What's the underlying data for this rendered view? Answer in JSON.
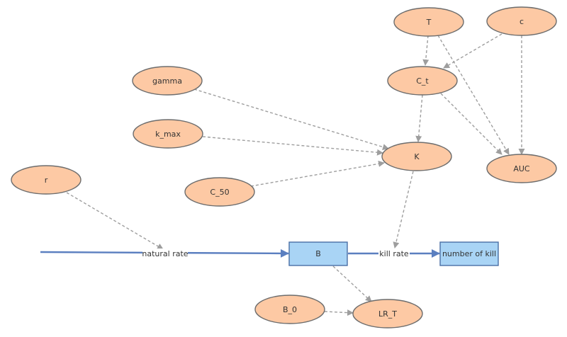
{
  "colors": {
    "ellipse_fill": "#fdc9a4",
    "box_fill": "#a9d4f5",
    "dependency_line": "#9e9e9e",
    "flow_line": "#5b7fc0"
  },
  "nodes": {
    "T": "T",
    "c": "c",
    "gamma": "gamma",
    "C_t": "C_t",
    "k_max": "k_max",
    "K": "K",
    "AUC": "AUC",
    "r": "r",
    "C_50": "C_50",
    "B": "B",
    "number_of_kill": "number of kill",
    "B_0": "B_0",
    "LR_T": "LR_T"
  },
  "flows": {
    "natural_rate": "natural rate",
    "kill_rate": "kill rate"
  }
}
